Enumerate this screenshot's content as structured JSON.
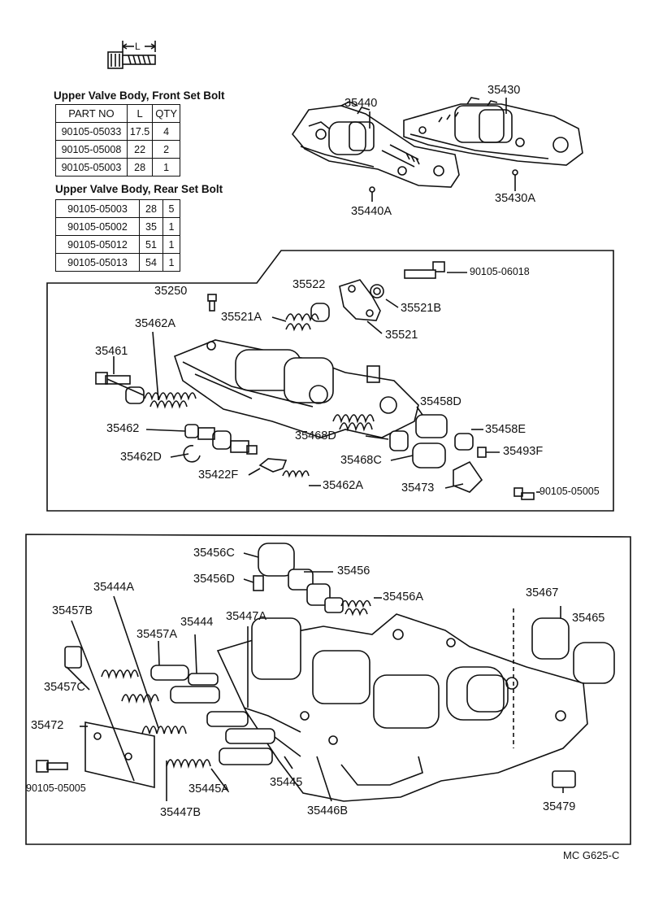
{
  "tables": [
    {
      "title": "Upper Valve Body, Front Set Bolt",
      "headers": [
        "PART NO",
        "L",
        "QTY"
      ],
      "rows": [
        [
          "90105-05033",
          "17.5",
          "4"
        ],
        [
          "90105-05008",
          "22",
          "2"
        ],
        [
          "90105-05003",
          "28",
          "1"
        ]
      ]
    },
    {
      "title": "Upper Valve Body, Rear Set Bolt",
      "rows": [
        [
          "90105-05003",
          "28",
          "5"
        ],
        [
          "90105-05002",
          "35",
          "1"
        ],
        [
          "90105-05012",
          "51",
          "1"
        ],
        [
          "90105-05013",
          "54",
          "1"
        ]
      ]
    }
  ],
  "bolt_dimension": "L",
  "labels": {
    "top": [
      "35440",
      "35430",
      "35440A",
      "35430A"
    ],
    "middle": [
      "35250",
      "35522",
      "90105-06018",
      "35521A",
      "35521B",
      "35521",
      "35462A",
      "35461",
      "35458D",
      "35462",
      "35468D",
      "35458E",
      "35493F",
      "35462D",
      "35468C",
      "35422F",
      "35462A",
      "35473",
      "90105-05005"
    ],
    "bottom": [
      "35456C",
      "35456",
      "35456D",
      "35444A",
      "35456A",
      "35467",
      "35457B",
      "35444",
      "35447A",
      "35465",
      "35457A",
      "35457C",
      "35472",
      "90105-05005",
      "35445",
      "35445A",
      "35446B",
      "35447B",
      "35479"
    ]
  },
  "diagram_code": "MC G625-C"
}
